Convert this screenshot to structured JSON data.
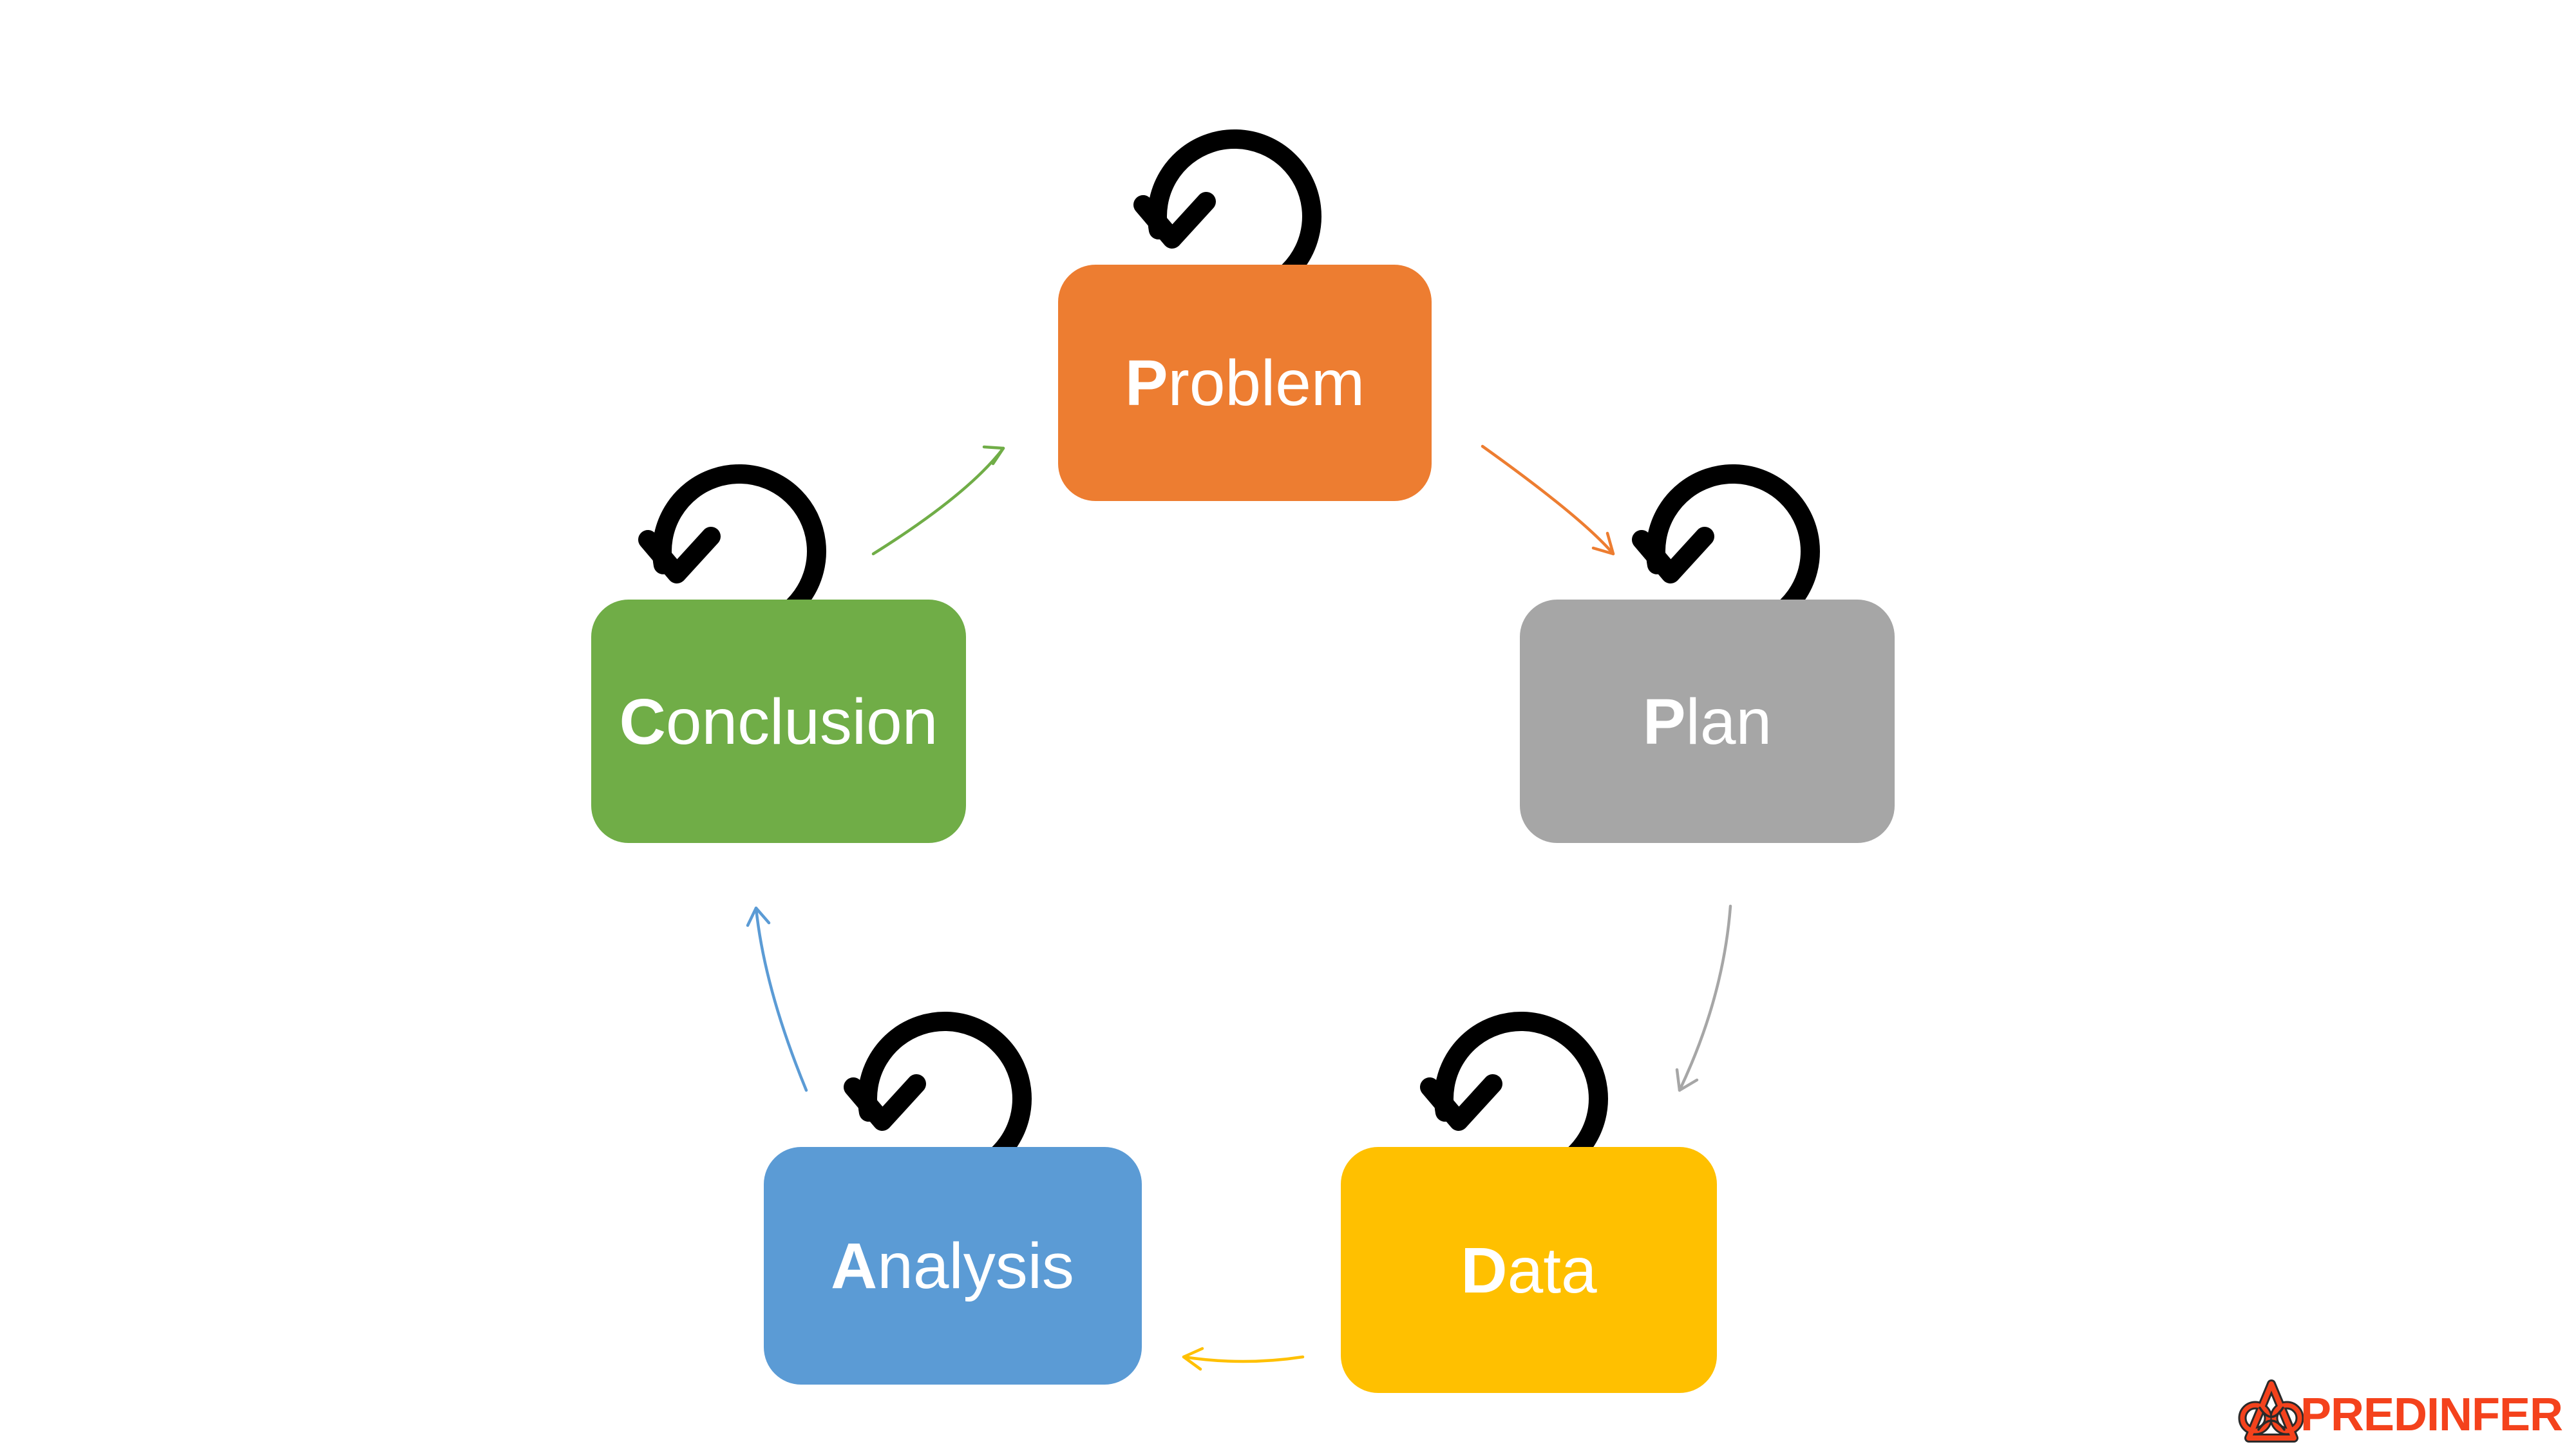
{
  "canvas": {
    "background": "#FFFFFF",
    "node_text_color": "#FFFFFF"
  },
  "nodes": [
    {
      "id": "problem",
      "label": "Problem",
      "initial": "P",
      "rest": "roblem",
      "color": "#ED7D31"
    },
    {
      "id": "plan",
      "label": "Plan",
      "initial": "P",
      "rest": "lan",
      "color": "#A6A6A6"
    },
    {
      "id": "data",
      "label": "Data",
      "initial": "D",
      "rest": "ata",
      "color": "#FFC000"
    },
    {
      "id": "analysis",
      "label": "Analysis",
      "initial": "A",
      "rest": "nalysis",
      "color": "#5B9BD5"
    },
    {
      "id": "conclusion",
      "label": "Conclusion",
      "initial": "C",
      "rest": "onclusion",
      "color": "#70AD47"
    }
  ],
  "connectors": [
    {
      "from": "problem",
      "to": "plan",
      "color": "#ED7D31"
    },
    {
      "from": "plan",
      "to": "data",
      "color": "#A6A6A6"
    },
    {
      "from": "data",
      "to": "analysis",
      "color": "#FFC000"
    },
    {
      "from": "analysis",
      "to": "conclusion",
      "color": "#5B9BD5"
    },
    {
      "from": "conclusion",
      "to": "problem",
      "color": "#70AD47"
    }
  ],
  "loop": {
    "color": "#000000"
  },
  "logo": {
    "text": "PREDINFER",
    "color": "#F4421C",
    "outline": "#2A2A2A"
  }
}
